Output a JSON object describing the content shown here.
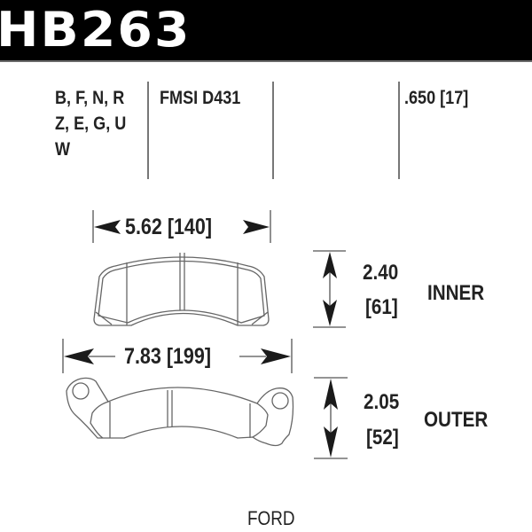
{
  "header": {
    "part_number": "HB263",
    "background_color": "#000000",
    "text_color": "#ffffff"
  },
  "info_row": {
    "compounds": [
      "B, F, N, R",
      "Z, E, G, U",
      "W"
    ],
    "fmsi": "FMSI D431",
    "empty_column": "",
    "thickness": ".650 [17]"
  },
  "inner_pad": {
    "width_label": "5.62 [140]",
    "height_in": "2.40",
    "height_mm": "[61]",
    "label": "INNER"
  },
  "outer_pad": {
    "width_label": "7.83 [199]",
    "height_in": "2.05",
    "height_mm": "[52]",
    "label": "OUTER"
  },
  "footer": {
    "make": "FORD"
  }
}
